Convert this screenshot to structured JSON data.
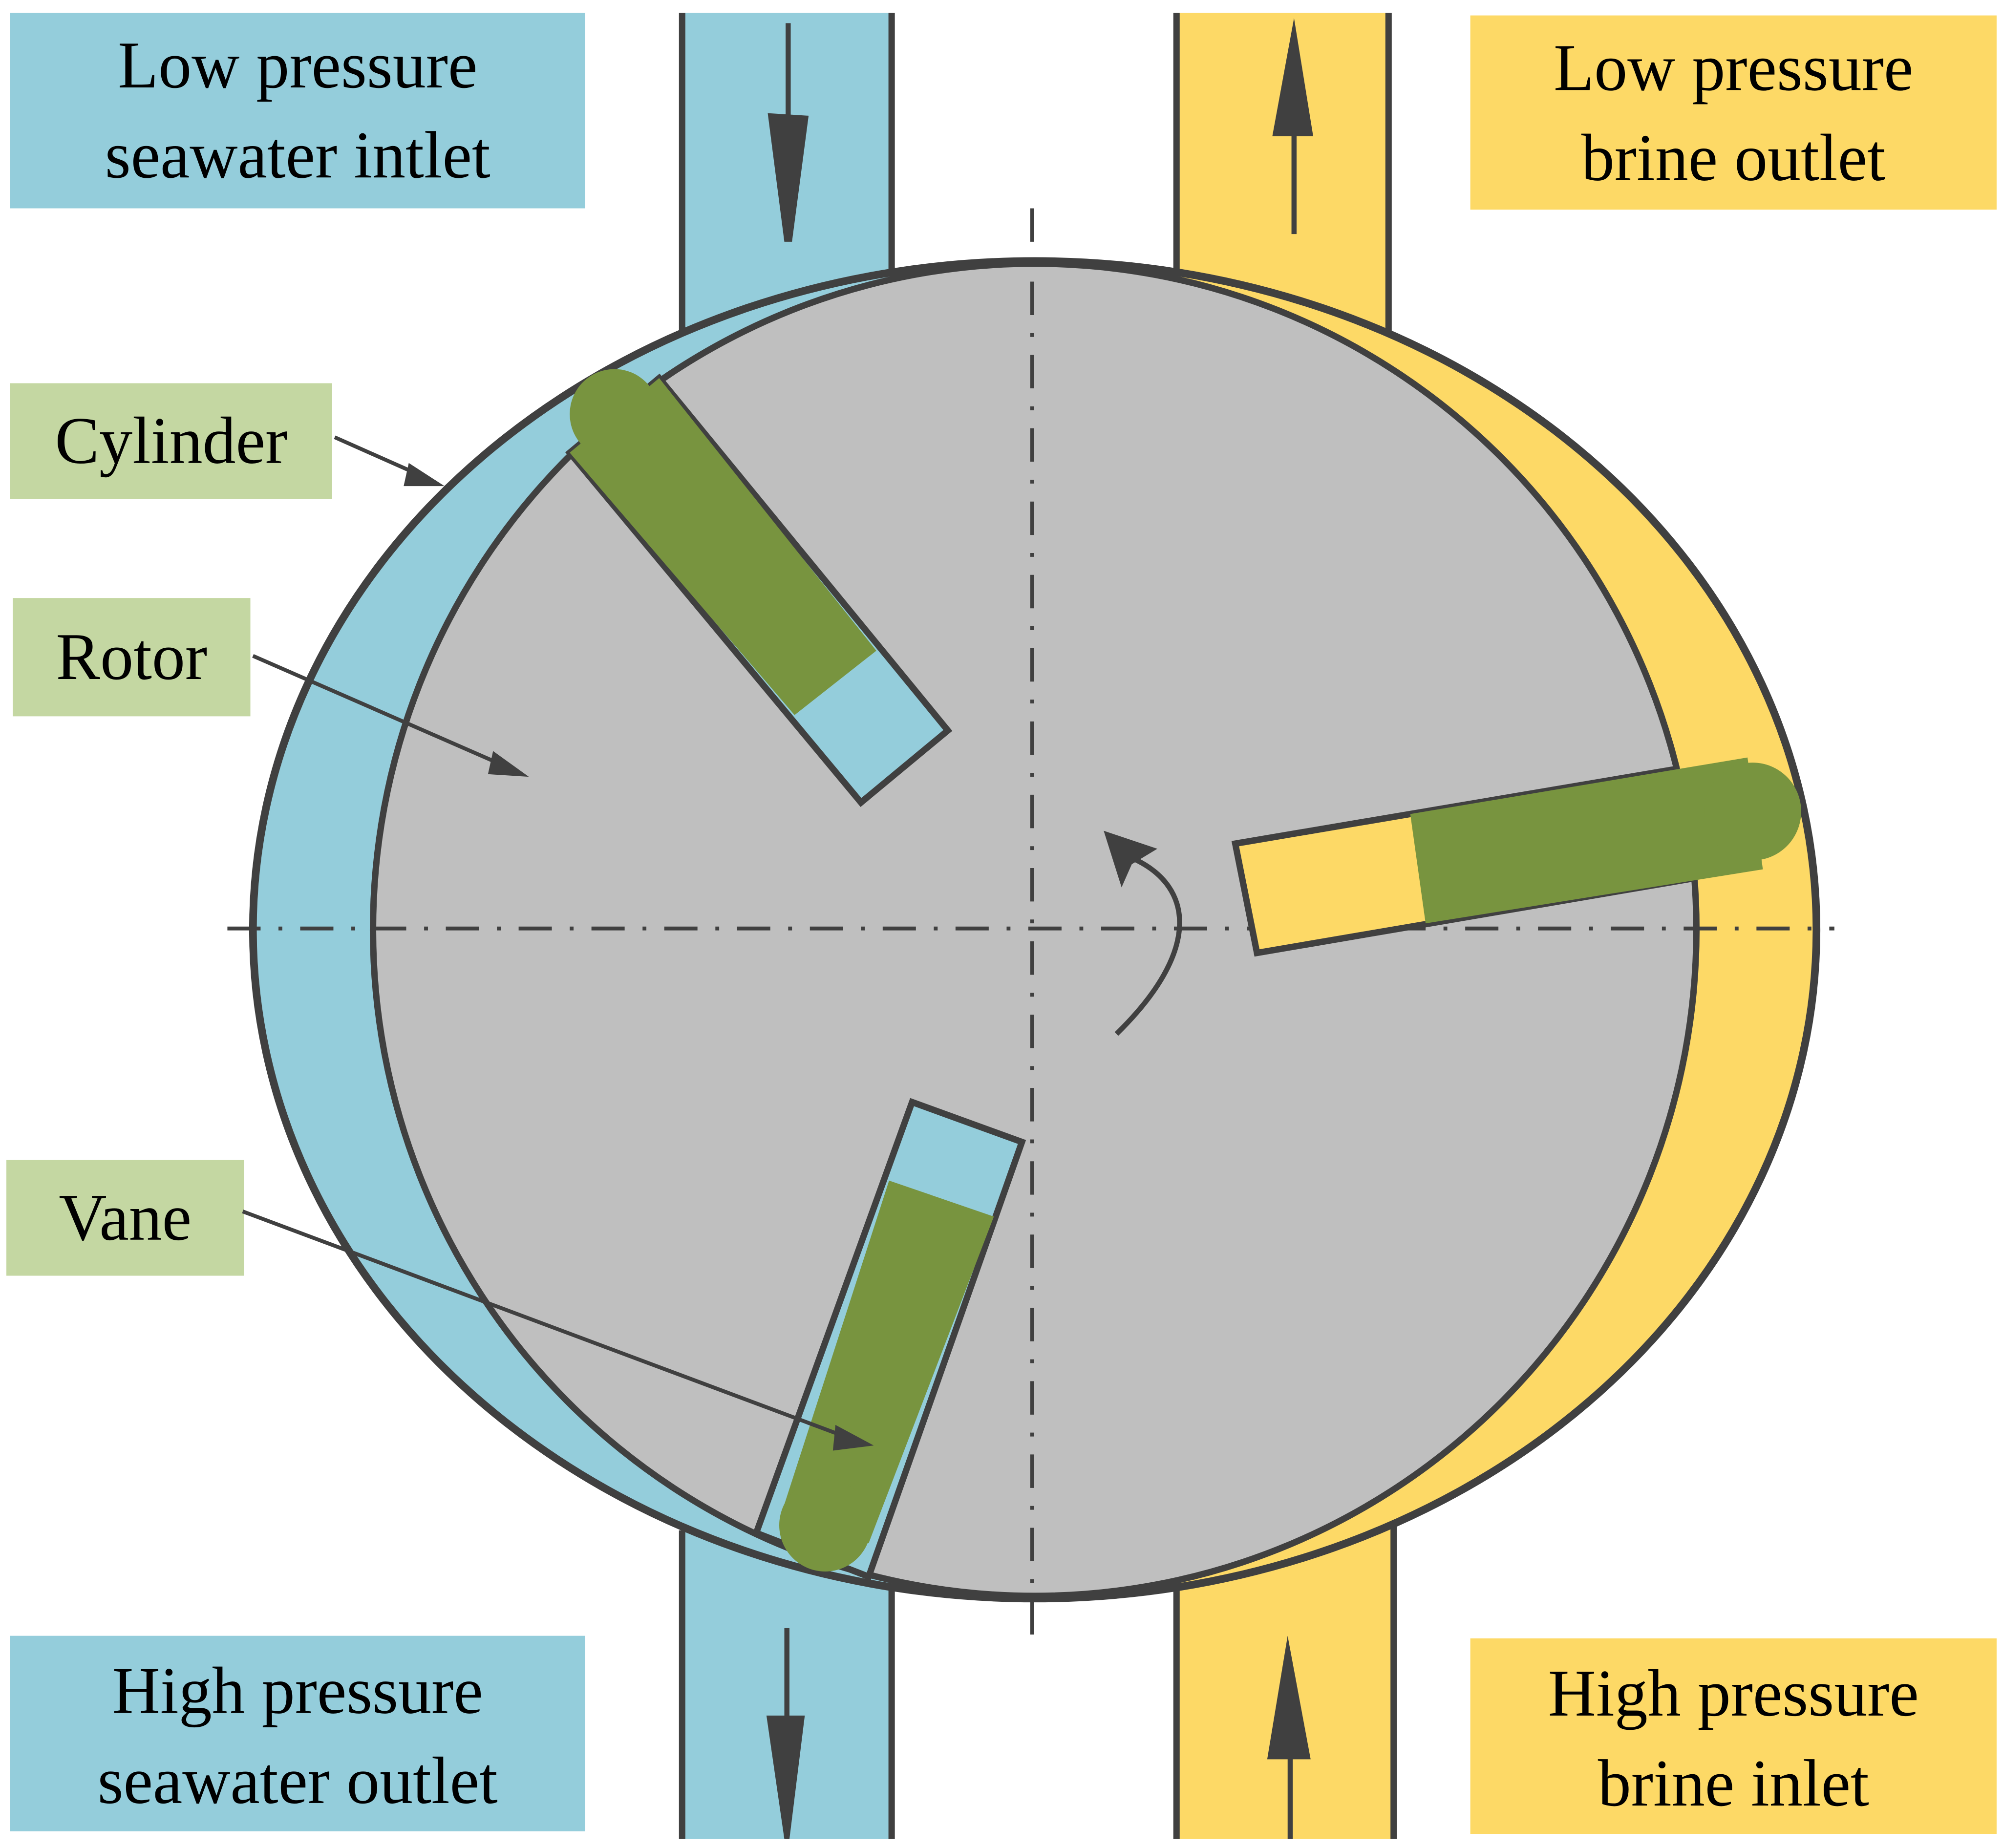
{
  "diagram": {
    "title": "Rotary vane energy recovery device",
    "colors": {
      "seawater": "#94CDDB",
      "brine": "#FDD966",
      "part_label": "#C4D7A2",
      "rotor": "#BFBFBF",
      "vane": "#78943F",
      "outline": "#404040"
    },
    "ports": {
      "lp_seawater": {
        "line1": "Low pressure",
        "line2": "seawater intlet"
      },
      "lp_brine": {
        "line1": "Low pressure",
        "line2": "brine outlet"
      },
      "hp_seawater": {
        "line1": "High pressure",
        "line2": "seawater outlet"
      },
      "hp_brine": {
        "line1": "High pressure",
        "line2": "brine inlet"
      }
    },
    "parts": {
      "cylinder": "Cylinder",
      "rotor": "Rotor",
      "vane": "Vane"
    },
    "flow_directions": {
      "lp_seawater": "down",
      "hp_seawater": "down",
      "lp_brine": "up",
      "hp_brine": "up"
    },
    "rotation": "counter-clockwise"
  }
}
